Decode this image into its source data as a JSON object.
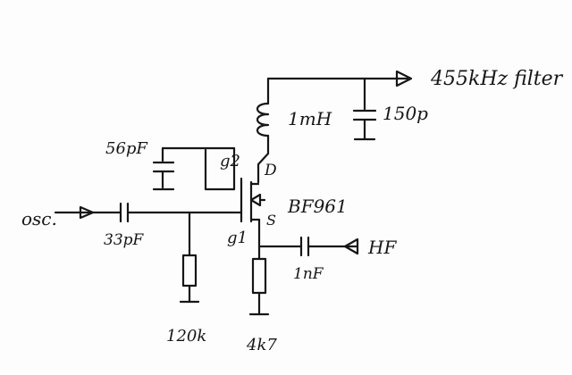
{
  "schematic": {
    "labels": {
      "osc": "osc.",
      "c_in": "33pF",
      "r_g1": "120k",
      "g1": "g1",
      "g2": "g2",
      "c_g2": "56pF",
      "drain": "D",
      "source": "S",
      "transistor": "BF961",
      "inductor": "1mH",
      "c_tank": "150p",
      "output": "455kHz filter",
      "c_hf": "1nF",
      "hf": "HF",
      "r_s": "4k7"
    }
  }
}
